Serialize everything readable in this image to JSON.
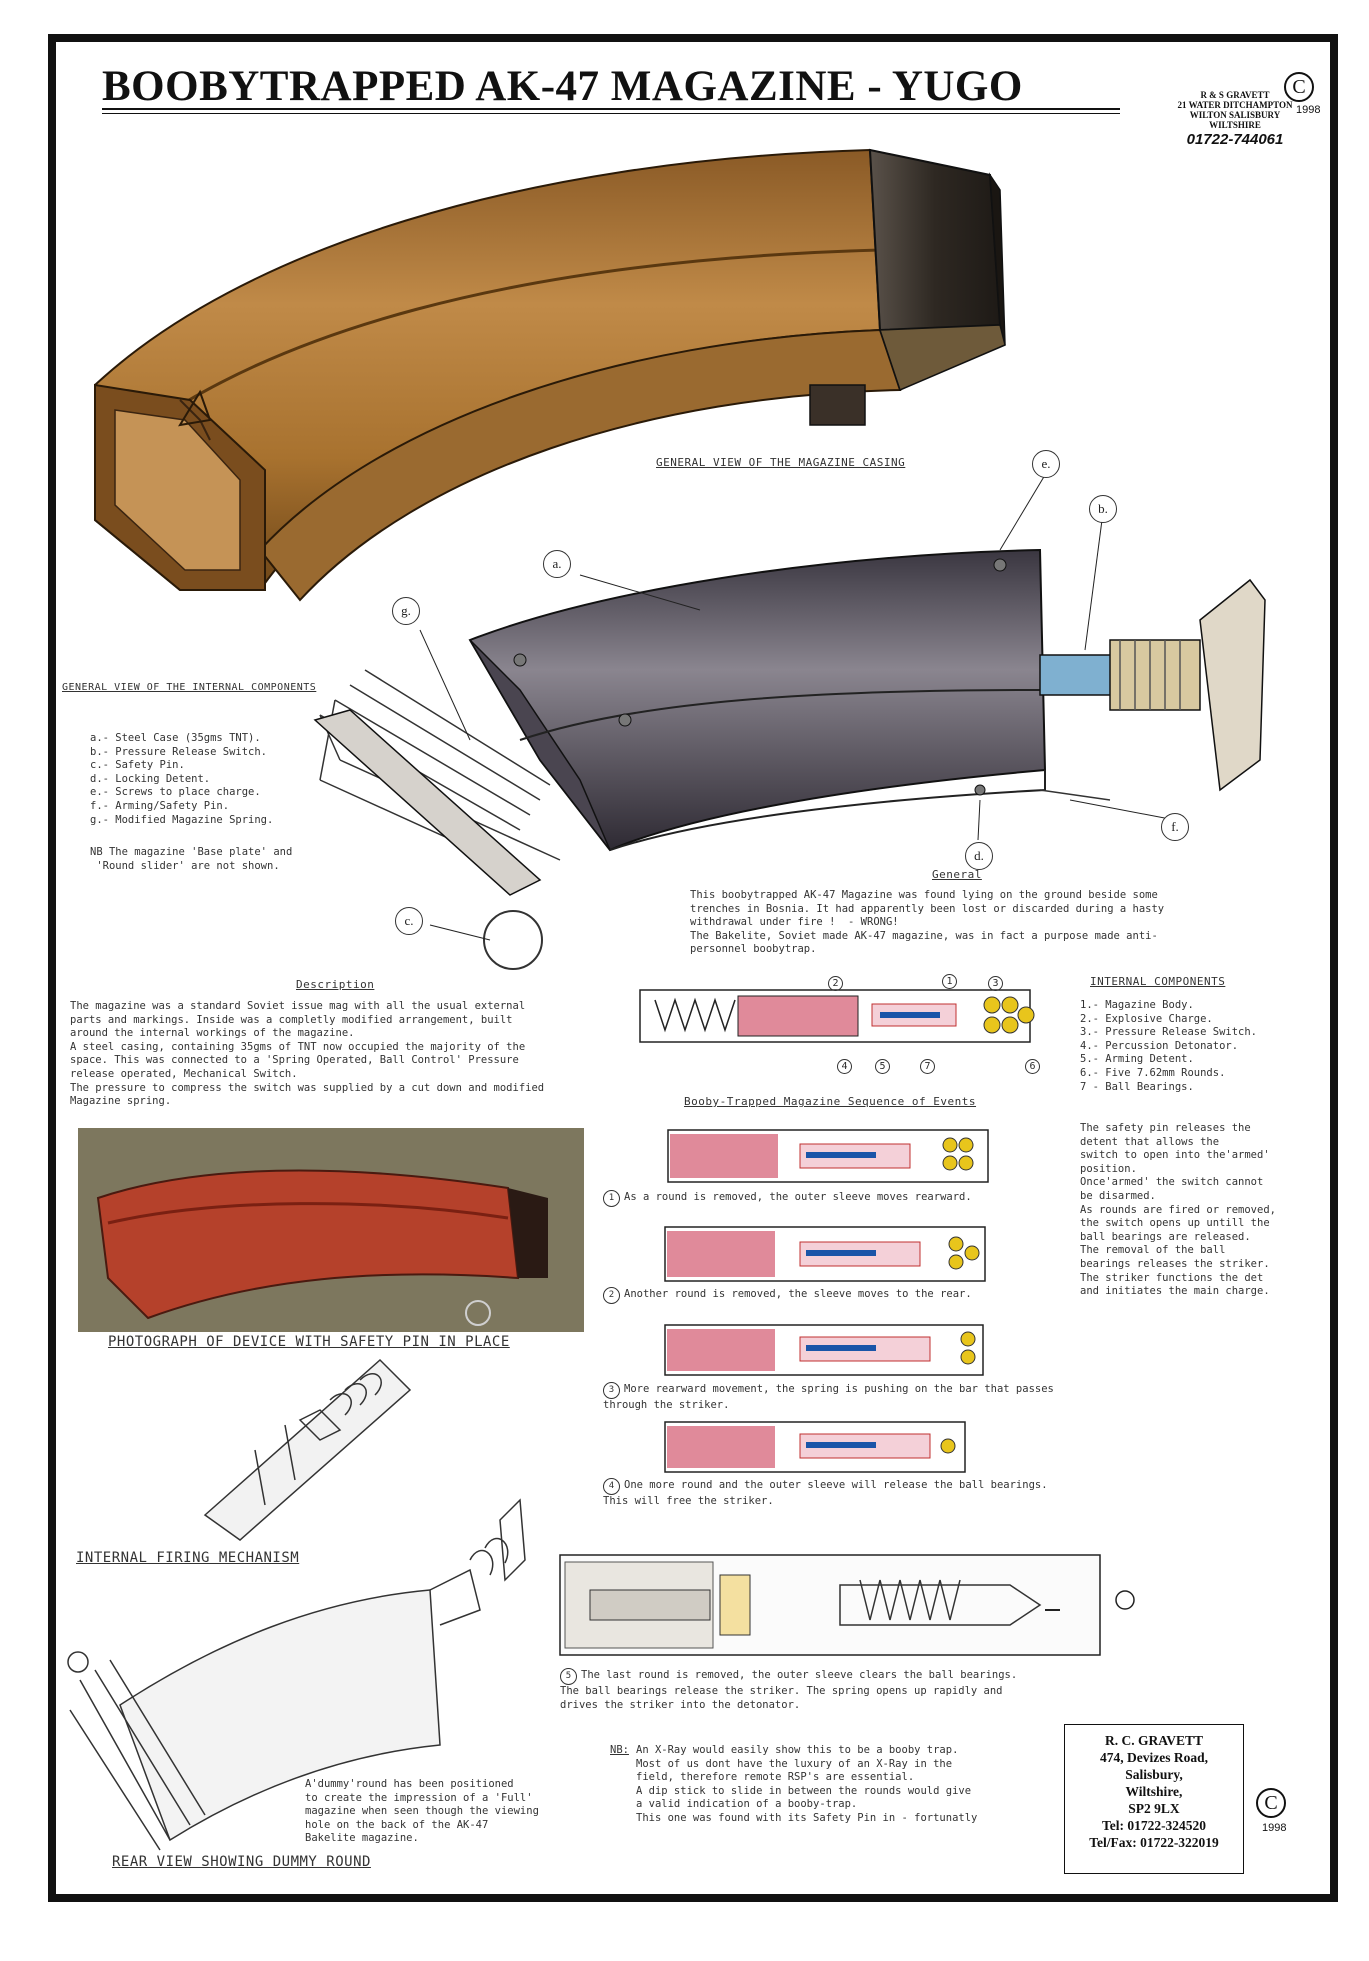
{
  "title": "BOOBYTRAPPED  AK-47  MAGAZINE - YUGO",
  "address": {
    "line1": "R & S GRAVETT",
    "line2": "21 WATER DITCHAMPTON",
    "line3": "WILTON SALISBURY",
    "line4": "WILTSHIRE",
    "phone": "01722-744061"
  },
  "copyright_symbol": "C",
  "year": "1998",
  "headings": {
    "casing": "GENERAL VIEW OF THE MAGAZINE CASING",
    "internal_components_view": "GENERAL VIEW OF THE INTERNAL COMPONENTS",
    "general": "General",
    "description": "Description",
    "internal_components": "INTERNAL COMPONENTS",
    "sequence": "Booby-Trapped Magazine Sequence of Events",
    "photograph": "PHOTOGRAPH OF DEVICE WITH SAFETY PIN IN PLACE",
    "firing_mechanism": "INTERNAL FIRING MECHANISM",
    "rear_view": "REAR VIEW SHOWING DUMMY ROUND"
  },
  "component_list": [
    "a.- Steel Case (35gms TNT).",
    "b.- Pressure Release Switch.",
    "c.- Safety Pin.",
    "d.- Locking Detent.",
    "e.- Screws to place charge.",
    "f.- Arming/Safety Pin.",
    "g.- Modified Magazine Spring."
  ],
  "nb_note": "NB The magazine 'Base plate' and\n 'Round slider' are not shown.",
  "general_text": "This boobytrapped AK-47 Magazine was found lying on the ground beside some\ntrenches in Bosnia. It had apparently been lost or discarded during a hasty\nwithdrawal under fire !  - WRONG!\nThe Bakelite, Soviet made AK-47 magazine, was in fact a purpose made anti-\npersonnel boobytrap.",
  "description_text": "The magazine was a standard Soviet issue mag with all the usual external\nparts and markings. Inside was a completly modified arrangement, built\naround the internal workings of the magazine.\nA steel casing, containing 35gms of TNT now occupied the majority of the\nspace. This was connected to a 'Spring Operated, Ball Control' Pressure\nrelease operated, Mechanical Switch.\nThe pressure to compress the switch was supplied by a cut down and modified\nMagazine spring.",
  "internal_list": [
    "1.- Magazine Body.",
    "2.- Explosive Charge.",
    "3.- Pressure Release Switch.",
    "4.- Percussion Detonator.",
    "5.- Arming Detent.",
    "6.- Five 7.62mm Rounds.",
    "7 - Ball Bearings."
  ],
  "safety_text": "The safety pin releases the\ndetent that allows the\nswitch to open into the'armed'\nposition.\nOnce'armed' the switch cannot\nbe disarmed.\nAs rounds are fired or removed,\nthe switch opens up untill the\nball bearings are released.\nThe removal of the ball\nbearings releases the striker.\nThe striker functions the det\nand initiates the main charge.",
  "steps": [
    {
      "num": "1",
      "text": "As a round is removed, the outer sleeve moves rearward."
    },
    {
      "num": "2",
      "text": "Another round is removed, the sleeve moves to the rear."
    },
    {
      "num": "3",
      "text": "More rearward movement, the spring is pushing on the bar that passes\nthrough the striker."
    },
    {
      "num": "4",
      "text": "One more round and the outer sleeve will release the ball bearings.\nThis will free the striker."
    },
    {
      "num": "5",
      "text": "The last round is removed, the outer sleeve clears the ball bearings.\nThe ball bearings release the striker. The spring opens up rapidly and\ndrives the striker into the detonator."
    }
  ],
  "nb_label": "NB:",
  "nb_xray": "An X-Ray would easily show this to be a booby trap.\nMost of us dont have the luxury of an X-Ray in the\nfield, therefore remote RSP's are essential.\nA dip stick to slide in between the rounds would give\na valid indication of a booby-trap.\nThis one was found with its Safety Pin in - fortunatly",
  "dummy_text": "A'dummy'round has been positioned\nto create the impression of a 'Full'\nmagazine when seen though the viewing\nhole on the back of the AK-47\nBakelite magazine.",
  "callouts": {
    "a": "a.",
    "b": "b.",
    "c": "c.",
    "d": "d.",
    "e": "e.",
    "f": "f.",
    "g": "g."
  },
  "diagram_numbers": [
    "1",
    "2",
    "3",
    "4",
    "5",
    "6",
    "7"
  ],
  "contact": {
    "name": "R. C. GRAVETT",
    "street": "474, Devizes Road,",
    "town": "Salisbury,",
    "county": "Wiltshire,",
    "postcode": "SP2 9LX",
    "tel": "Tel: 01722-324520",
    "fax": "Tel/Fax: 01722-322019"
  },
  "colors": {
    "bakelite": "#b07a3a",
    "steel": "#5a5560",
    "charge": "#d98a98",
    "brass": "#e8c51c",
    "photo_mag": "#b5412b",
    "frame": "#111111"
  }
}
